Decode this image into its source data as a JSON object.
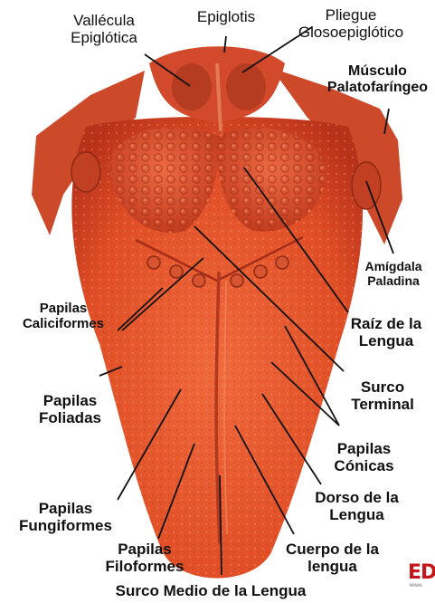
{
  "labels": {
    "vallecula": "Vallécula\nEpiglótica",
    "epiglotis": "Epiglotis",
    "pliegue": "Pliegue\nGlosoepiglótico",
    "musculo": "Músculo\nPalatofaríngeo",
    "amigdala": "Amígdala\nPaladina",
    "raiz": "Raíz de la\nLengua",
    "caliciformes": "Papilas\nCaliciformes",
    "surco_terminal": "Surco\nTerminal",
    "foliadas": "Papilas\nFoliadas",
    "conicas": "Papilas\nCónicas",
    "dorso": "Dorso de la\nLengua",
    "fungiformes": "Papilas\nFungiformes",
    "filoformes": "Papilas\nFiloformes",
    "cuerpo": "Cuerpo de la\nlengua",
    "surco_medio": "Surco Medio de la Lengua"
  },
  "logo": {
    "mark": "ED",
    "sub": "www."
  },
  "colors": {
    "tongue": "#e4572e",
    "tongue_dark": "#b8321a",
    "background": "#ffffff"
  }
}
